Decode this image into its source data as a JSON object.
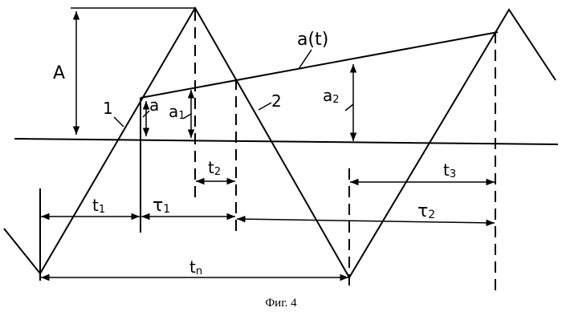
{
  "figure": {
    "labels": {
      "A": "A",
      "a_t": "a(t)",
      "a": "a",
      "a1": "a",
      "a1_sub": "1",
      "a2": "a",
      "a2_sub": "2",
      "curve1": "1",
      "curve2": "2",
      "t1": "t",
      "t1_sub": "1",
      "t2": "t",
      "t2_sub": "2",
      "t3": "t",
      "t3_sub": "3",
      "tau1": "τ",
      "tau1_sub": "1",
      "tau2": "τ",
      "tau2_sub": "2",
      "tn": "t",
      "tn_sub": "n"
    },
    "caption": "Фиг. 4"
  }
}
